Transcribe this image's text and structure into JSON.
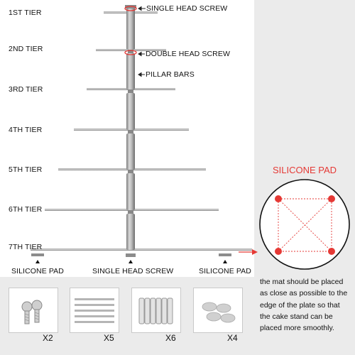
{
  "tiers": [
    {
      "label": "1ST TIER"
    },
    {
      "label": "2ND TIER"
    },
    {
      "label": "3RD TIER"
    },
    {
      "label": "4TH TIER"
    },
    {
      "label": "5TH TIER"
    },
    {
      "label": "6TH TIER"
    },
    {
      "label": "7TH TIER"
    }
  ],
  "callouts": {
    "single_head_screw": "SINGLE HEAD SCREW",
    "double_head_screw": "DOUBLE HEAD SCREW",
    "pillar_bars": "PILLAR BARS"
  },
  "base_labels": {
    "left": "SILICONE PAD",
    "center": "SINGLE HEAD SCREW",
    "right": "SILICONE PAD"
  },
  "silicone_pad": {
    "title": "SILICONE PAD",
    "note": "the mat should be placed as close as possible to the edge of the plate so that the cake stand can be placed more smoothly."
  },
  "accessories": [
    {
      "name": "screws",
      "count": "X2"
    },
    {
      "name": "pillar-bars",
      "count": "X5"
    },
    {
      "name": "tubes",
      "count": "X6"
    },
    {
      "name": "silicone-pads",
      "count": "X4"
    }
  ],
  "colors": {
    "accent": "#e53935",
    "panel": "#ebebeb"
  }
}
